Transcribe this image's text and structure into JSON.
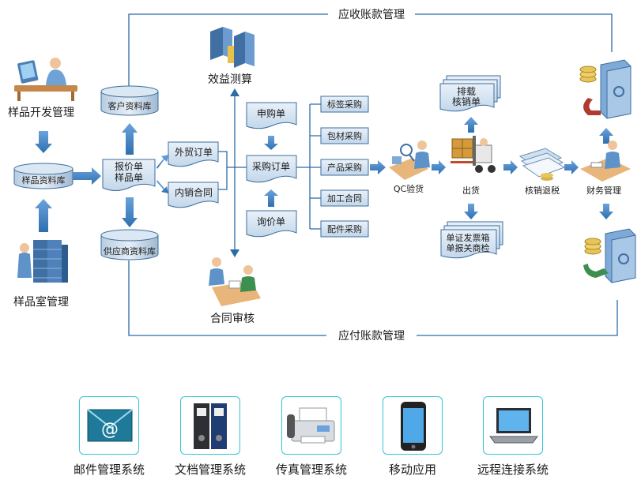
{
  "flow": {
    "top_loop_label": "应收账款管理",
    "bottom_loop_label": "应付账款管理",
    "sample_dev_label": "样品开发管理",
    "sample_db_label": "样品资料库",
    "sample_room_label": "样品室管理",
    "customer_db_label": "客户资料库",
    "supplier_db_label": "供应商资料库",
    "quote_line1": "报价单",
    "quote_line2": "样品单",
    "foreign_order_label": "外贸订单",
    "domestic_contract_label": "内销合同",
    "benefit_label": "效益测算",
    "contract_review_label": "合同审核",
    "requisition_label": "申购单",
    "purchase_order_label": "采购订单",
    "inquiry_label": "询价单",
    "purchase_types": [
      "标签采购",
      "包材采购",
      "产品采购",
      "加工合同",
      "配件采购"
    ],
    "qc_label": "QC验货",
    "stowage_line1": "排载",
    "stowage_line2": "核销单",
    "shipping_label": "出货",
    "docs_line1": "单证发票箱",
    "docs_line2": "单报关商检",
    "tax_refund_label": "核销退税",
    "finance_label": "财务管理"
  },
  "systems": [
    {
      "label": "邮件管理系统",
      "icon": "email-icon"
    },
    {
      "label": "文档管理系统",
      "icon": "binder-icon"
    },
    {
      "label": "传真管理系统",
      "icon": "fax-icon"
    },
    {
      "label": "移动应用",
      "icon": "mobile-phone-icon"
    },
    {
      "label": "远程连接系统",
      "icon": "laptop-icon"
    }
  ],
  "colors": {
    "line": "#2b6ba8",
    "arrow": "#4a86c8",
    "doc_fill": "#d5e4f2",
    "doc_stroke": "#3c6e9e",
    "card_border": "#33c6d6"
  }
}
